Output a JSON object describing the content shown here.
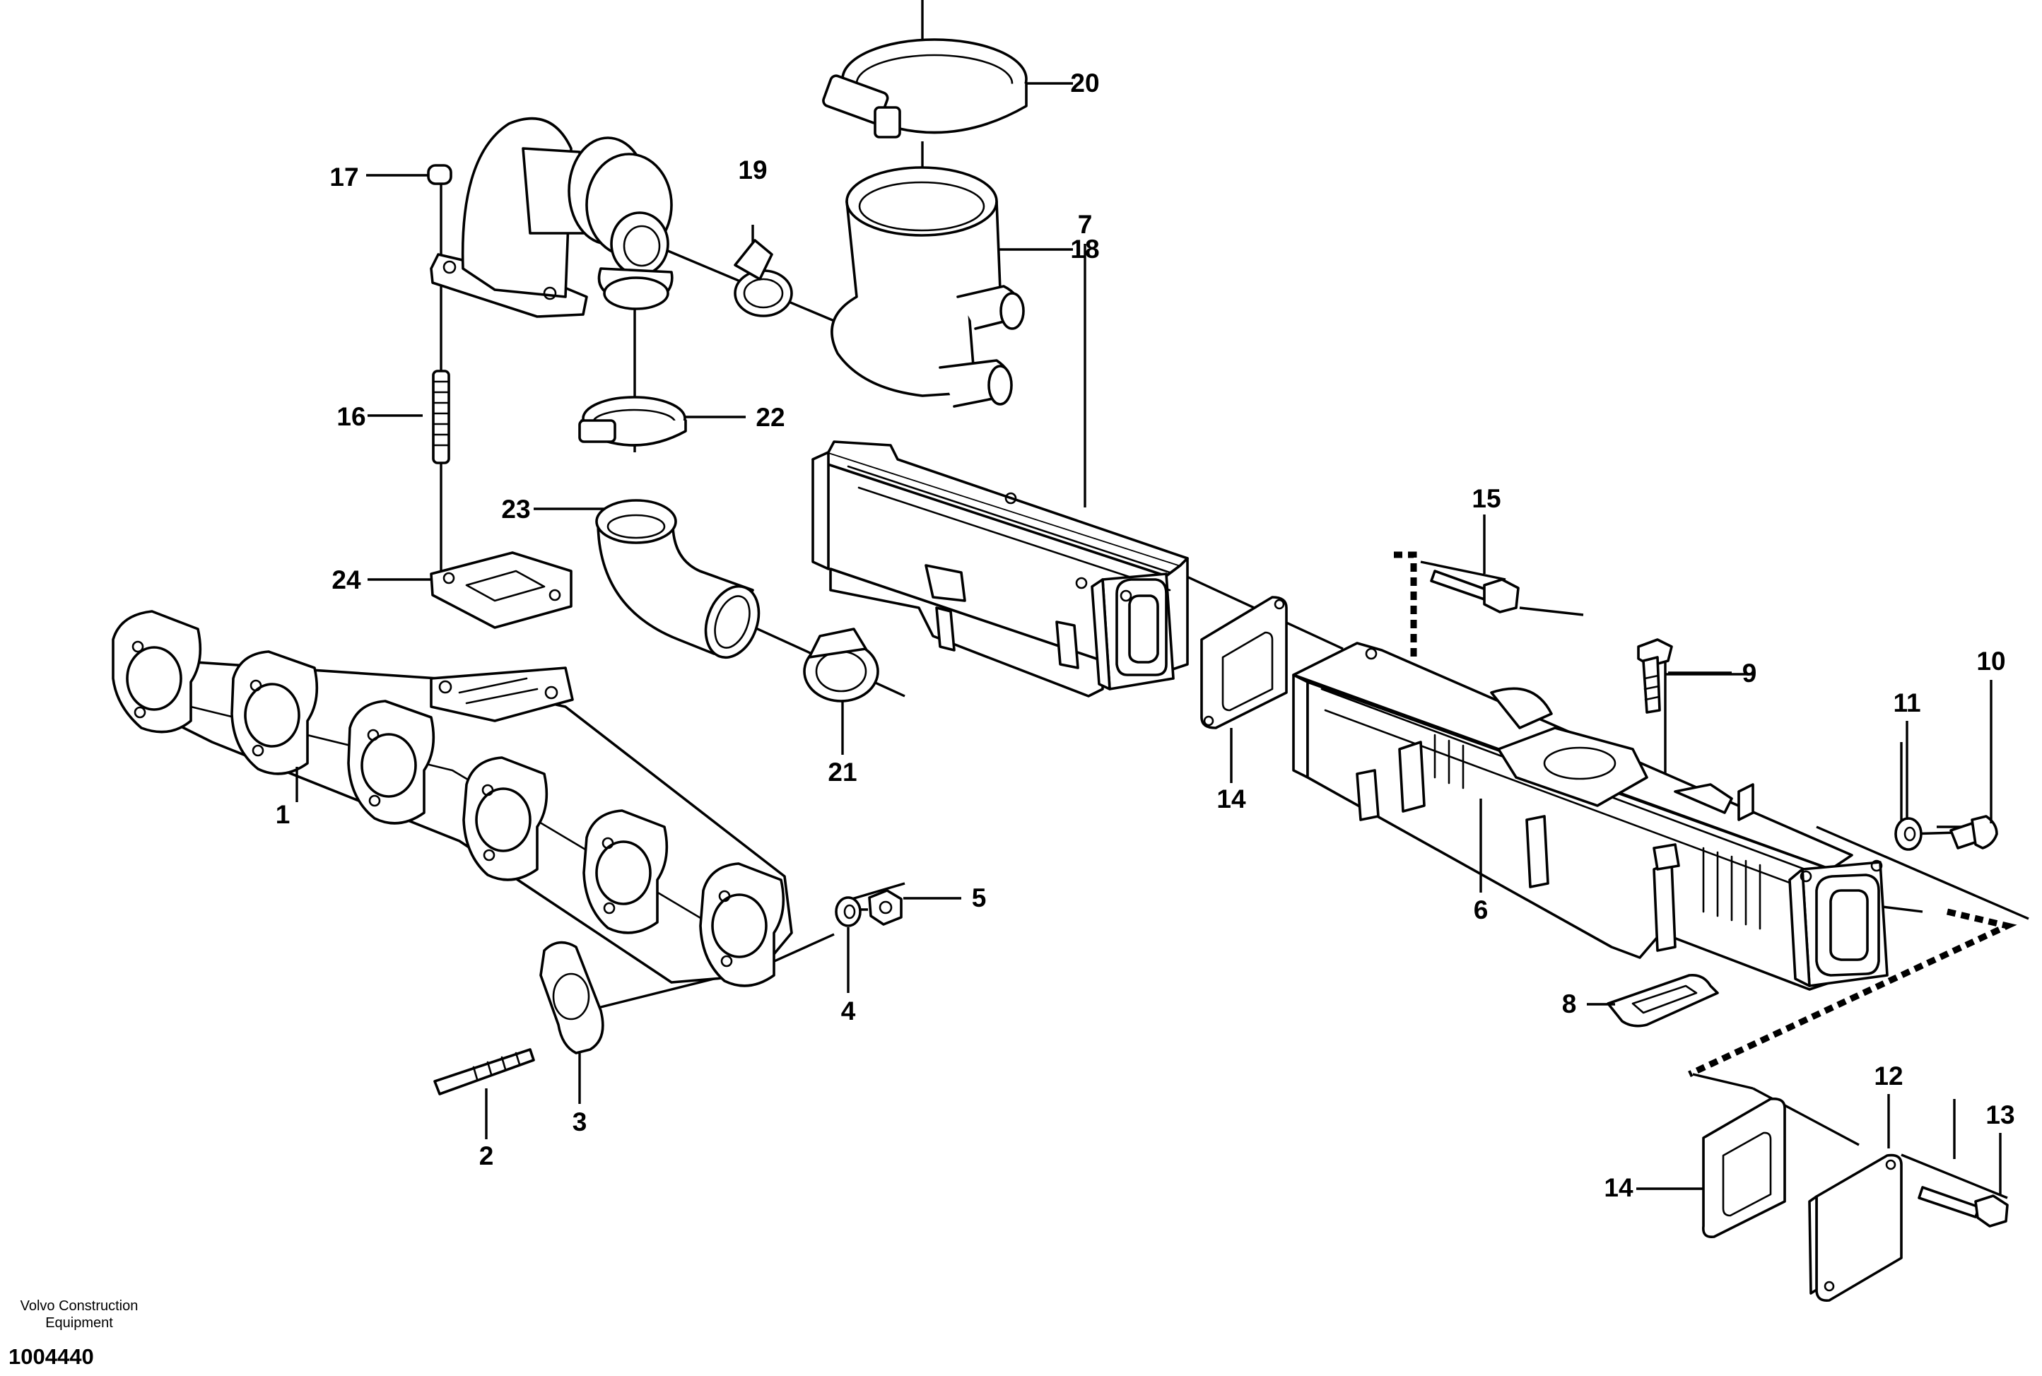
{
  "callouts": [
    "1",
    "2",
    "3",
    "4",
    "5",
    "6",
    "7",
    "8",
    "9",
    "10",
    "11",
    "12",
    "13",
    "14",
    "14",
    "15",
    "16",
    "17",
    "18",
    "19",
    "20",
    "21",
    "22",
    "23",
    "24"
  ],
  "footer": {
    "brand_line1": "Volvo Construction",
    "brand_line2": "Equipment",
    "drawing_id": "1004440"
  }
}
